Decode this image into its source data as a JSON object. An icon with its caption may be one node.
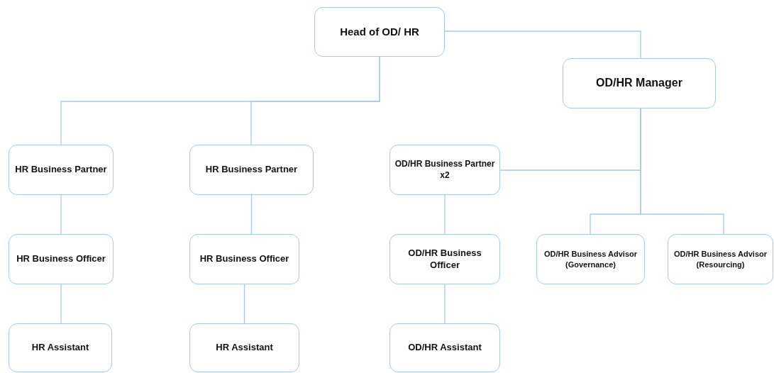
{
  "diagram": {
    "nodes": [
      {
        "text": [
          "Head of OD/ HR"
        ]
      },
      {
        "text": [
          "OD/HR Manager"
        ]
      },
      {
        "text": [
          "HR Business Partner"
        ]
      },
      {
        "text": [
          "HR Business Officer"
        ]
      },
      {
        "text": [
          "HR Assistant"
        ]
      },
      {
        "text": [
          "HR Business Partner"
        ]
      },
      {
        "text": [
          "HR Business Officer"
        ]
      },
      {
        "text": [
          "HR Assistant"
        ]
      },
      {
        "text": [
          "OD/HR Business Partner x2"
        ]
      },
      {
        "text": [
          "OD/HR Business Officer"
        ]
      },
      {
        "text": [
          "OD/HR Assistant"
        ]
      },
      {
        "text": [
          "OD/HR Business Advisor (Governance)"
        ]
      },
      {
        "text": [
          "OD/HR Business Advisor (Resourcing)"
        ]
      }
    ],
    "edges": [
      {
        "from": 0,
        "to": 1,
        "arrow": "none"
      },
      {
        "from": 0,
        "to": 2,
        "arrow": "none"
      },
      {
        "from": 0,
        "to": 5,
        "arrow": "none"
      },
      {
        "from": 2,
        "to": 3,
        "arrow": "none"
      },
      {
        "from": 3,
        "to": 4,
        "arrow": "none"
      },
      {
        "from": 5,
        "to": 6,
        "arrow": "none"
      },
      {
        "from": 6,
        "to": 7,
        "arrow": "none"
      },
      {
        "from": 1,
        "to": 8,
        "arrow": "none"
      },
      {
        "from": 8,
        "to": 9,
        "arrow": "none"
      },
      {
        "from": 9,
        "to": 10,
        "arrow": "none"
      },
      {
        "from": 1,
        "to": 11,
        "arrow": "none"
      },
      {
        "from": 1,
        "to": 12,
        "arrow": "none"
      }
    ]
  }
}
